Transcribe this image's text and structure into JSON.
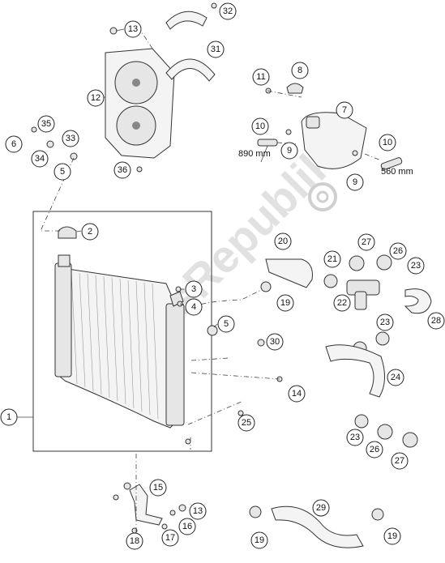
{
  "watermark": "PartsRepublik",
  "callouts": [
    {
      "label": "1"
    },
    {
      "label": "2"
    },
    {
      "label": "3"
    },
    {
      "label": "4"
    },
    {
      "label": "5"
    },
    {
      "label": "5"
    },
    {
      "label": "6"
    },
    {
      "label": "7"
    },
    {
      "label": "8"
    },
    {
      "label": "9"
    },
    {
      "label": "9"
    },
    {
      "label": "10"
    },
    {
      "label": "10"
    },
    {
      "label": "11"
    },
    {
      "label": "12"
    },
    {
      "label": "13"
    },
    {
      "label": "13"
    },
    {
      "label": "14"
    },
    {
      "label": "15"
    },
    {
      "label": "16"
    },
    {
      "label": "17"
    },
    {
      "label": "18"
    },
    {
      "label": "19"
    },
    {
      "label": "19"
    },
    {
      "label": "19"
    },
    {
      "label": "20"
    },
    {
      "label": "21"
    },
    {
      "label": "22"
    },
    {
      "label": "23"
    },
    {
      "label": "23"
    },
    {
      "label": "23"
    },
    {
      "label": "24"
    },
    {
      "label": "25"
    },
    {
      "label": "26"
    },
    {
      "label": "26"
    },
    {
      "label": "27"
    },
    {
      "label": "27"
    },
    {
      "label": "28"
    },
    {
      "label": "29"
    },
    {
      "label": "30"
    },
    {
      "label": "31"
    },
    {
      "label": "32"
    },
    {
      "label": "33"
    },
    {
      "label": "34"
    },
    {
      "label": "35"
    },
    {
      "label": "36"
    }
  ],
  "dimensions": {
    "hose_left": "890 mm",
    "hose_right": "560 mm"
  }
}
